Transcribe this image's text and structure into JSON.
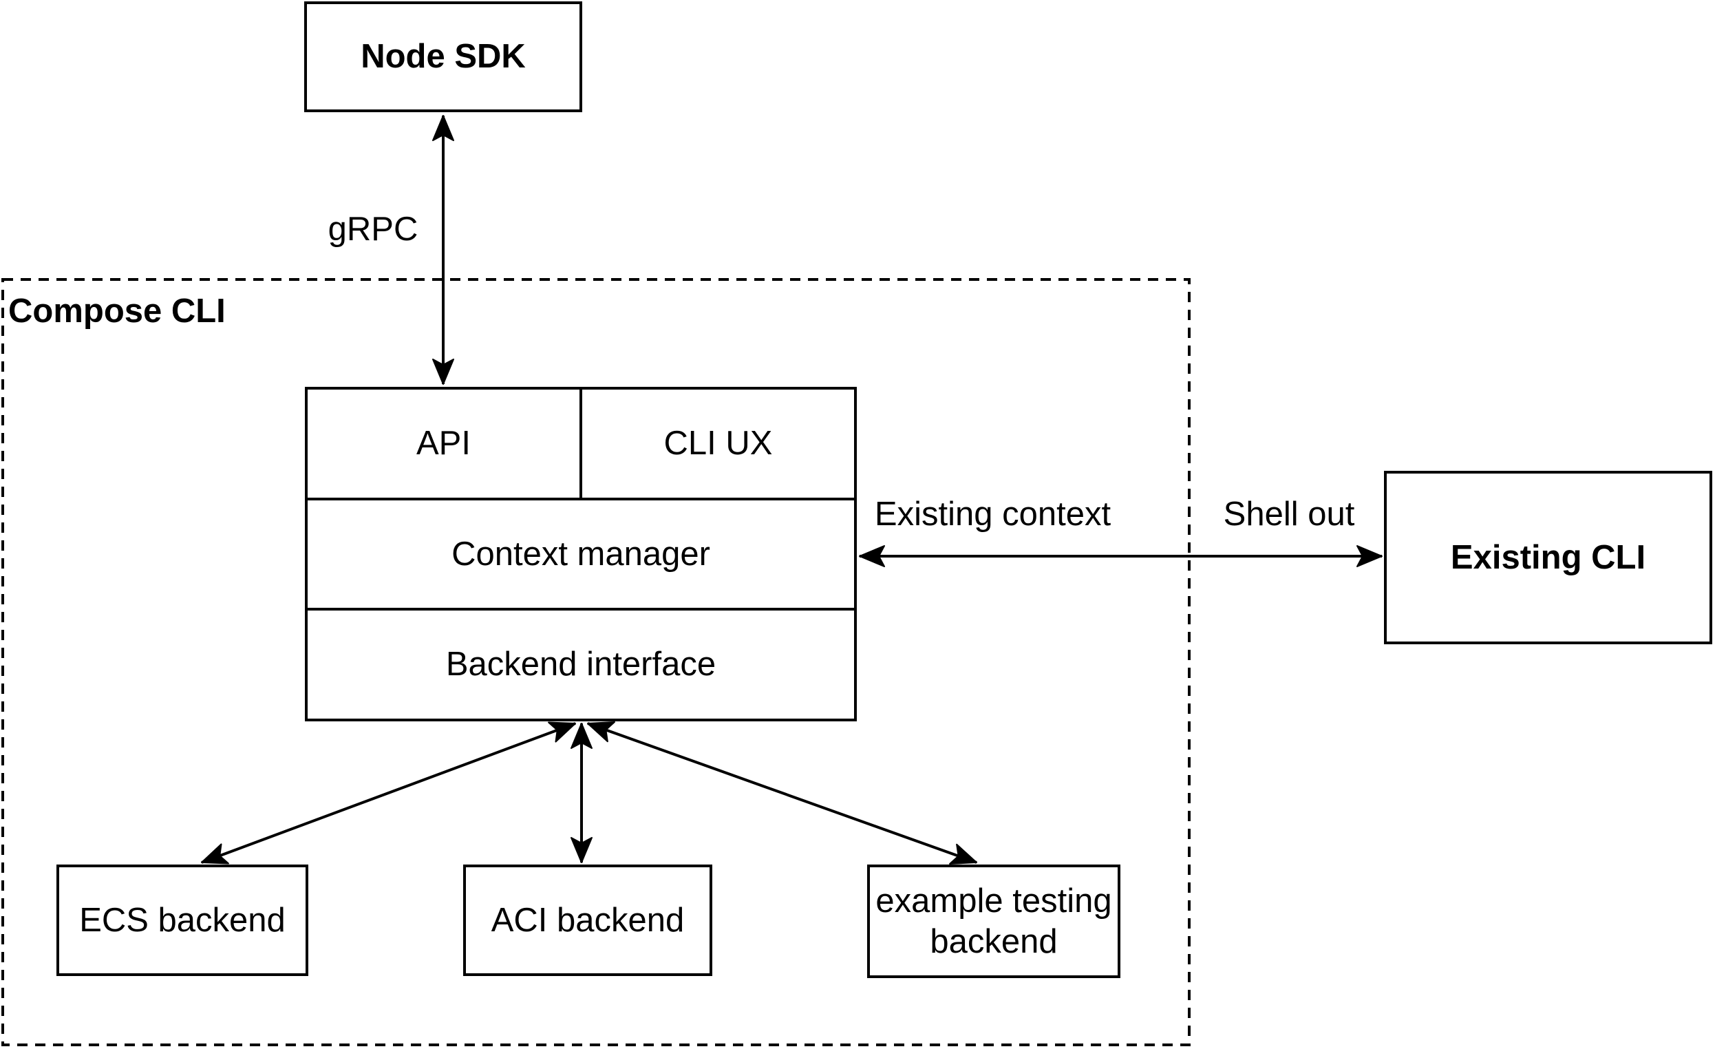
{
  "diagram": {
    "containers": {
      "compose_cli": {
        "label": "Compose CLI"
      }
    },
    "nodes": {
      "node_sdk": {
        "label": "Node SDK"
      },
      "api": {
        "label": "API"
      },
      "cli_ux": {
        "label": "CLI UX"
      },
      "context_manager": {
        "label": "Context manager"
      },
      "backend_interface": {
        "label": "Backend interface"
      },
      "existing_cli": {
        "label": "Existing CLI"
      },
      "ecs_backend": {
        "label": "ECS backend"
      },
      "aci_backend": {
        "label": "ACI backend"
      },
      "example_testing_backend": {
        "label": "example testing backend"
      }
    },
    "edge_labels": {
      "grpc": {
        "label": "gRPC"
      },
      "existing_context": {
        "label": "Existing context"
      },
      "shell_out": {
        "label": "Shell out"
      }
    },
    "colors": {
      "stroke": "#000000",
      "background": "#ffffff",
      "text": "#000000"
    }
  }
}
